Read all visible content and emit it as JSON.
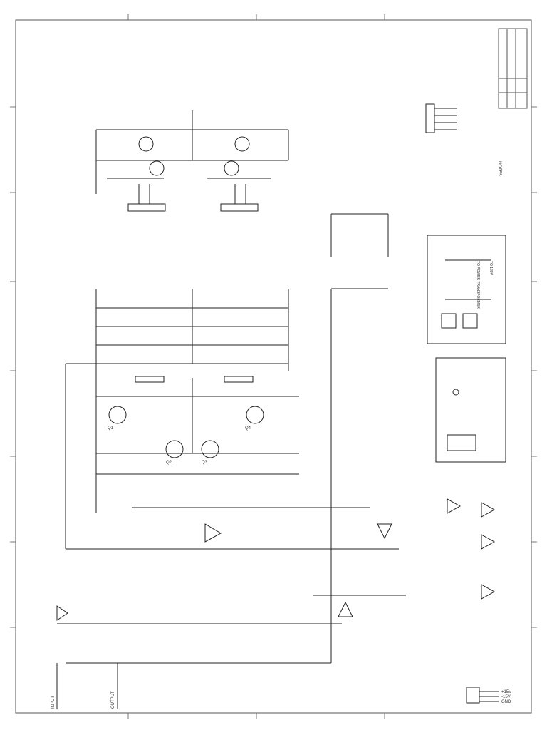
{
  "drawing": {
    "notes": {
      "heading": "NOTES:",
      "lines": []
    },
    "boxes": {
      "power": {
        "labels": [
          "TO POWER TRANSFORMER",
          "TO 120V"
        ]
      },
      "aux": {
        "labels": []
      }
    },
    "labels": {
      "output_connector": [
        "+15V",
        "-15V",
        "GND"
      ],
      "bottom_left": [
        "INPUT",
        "OUTPUT"
      ],
      "transistors": [
        "Q1",
        "Q2",
        "Q3",
        "Q4"
      ]
    }
  }
}
